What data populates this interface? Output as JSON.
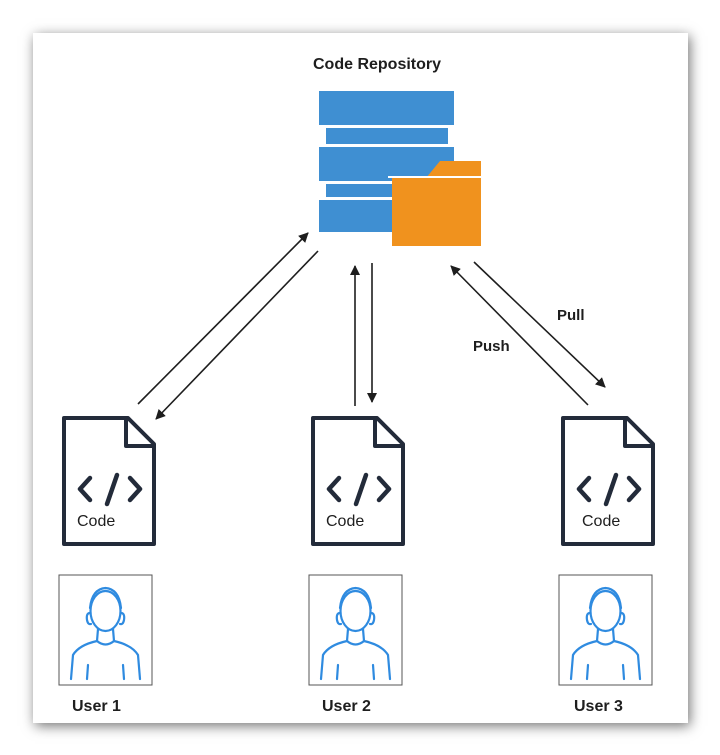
{
  "repository": {
    "title": "Code Repository",
    "db_color": "#3f8fd2",
    "folder_color": "#f0921e"
  },
  "edge_labels": {
    "pull": "Pull",
    "push": "Push"
  },
  "code_files": [
    {
      "label": "Code",
      "icon": "code-file-icon"
    },
    {
      "label": "Code",
      "icon": "code-file-icon"
    },
    {
      "label": "Code",
      "icon": "code-file-icon"
    }
  ],
  "users": [
    {
      "label": "User 1",
      "icon": "user-avatar-icon"
    },
    {
      "label": "User 2",
      "icon": "user-avatar-icon"
    },
    {
      "label": "User 3",
      "icon": "user-avatar-icon"
    }
  ],
  "colors": {
    "file_stroke": "#232b3a",
    "avatar_stroke": "#2f8be0",
    "arrow": "#1e1e1e"
  }
}
